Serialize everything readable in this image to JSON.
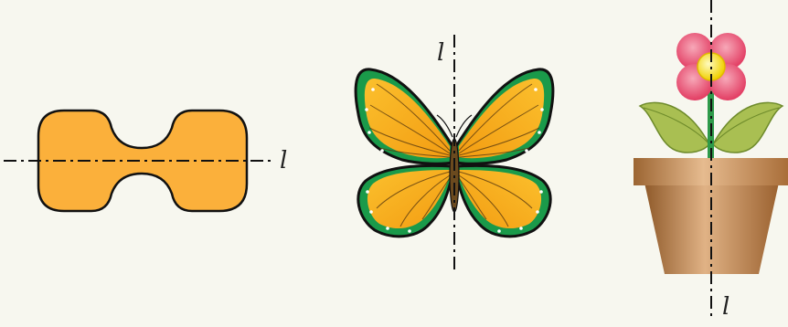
{
  "figures": [
    {
      "name": "dumbbell-shape",
      "axis_label": "l",
      "axis_orientation": "horizontal"
    },
    {
      "name": "butterfly",
      "axis_label": "l",
      "axis_orientation": "vertical"
    },
    {
      "name": "flower-pot",
      "axis_label": "l",
      "axis_orientation": "vertical"
    }
  ],
  "colors": {
    "background": "#f7f7ef",
    "shape_fill": "#fbb03b",
    "wing_orange": "#f9a825",
    "wing_border": "#1a9a4a",
    "petal": "#e8506e",
    "flower_center": "#f3e600",
    "leaf": "#9db34a",
    "pot": "#b97a3c",
    "axis": "#111111"
  }
}
